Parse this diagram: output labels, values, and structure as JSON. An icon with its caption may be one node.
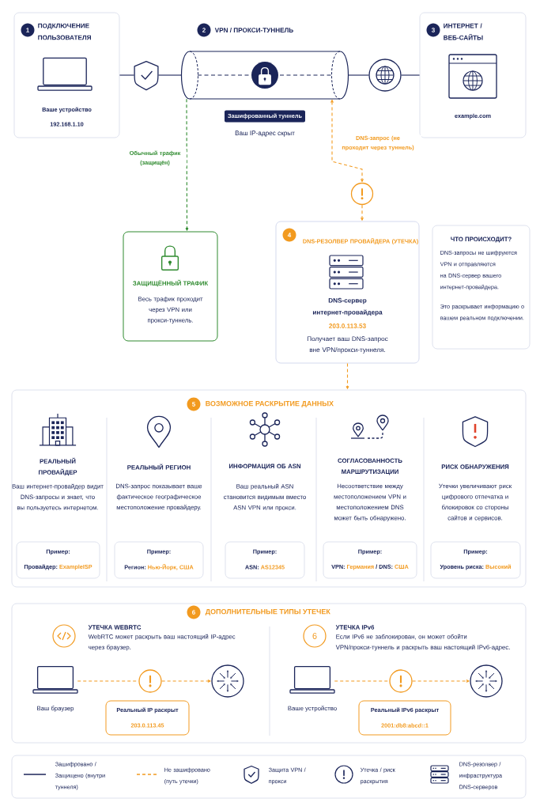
{
  "diagram": {
    "nodes": [
      {
        "text": [
          "1",
          "ПОДКЛЮЧЕНИЕ ПОЛЬЗОВАТЕЛЯ",
          "Ваше устройство",
          "192.168.1.10"
        ]
      },
      {
        "text": [],
        "shape": "shield"
      },
      {
        "text": [
          "2",
          "VPN / ПРОКСИ-ТУННЕЛЬ",
          "Зашифрованный туннель",
          "Ваш IP-адрес скрыт"
        ]
      },
      {
        "text": [],
        "shape": "circle"
      },
      {
        "text": [
          "3",
          "ИНТЕРНЕТ / ВЕБ-САЙТЫ",
          "example.com"
        ]
      },
      {
        "text": [],
        "shape": "circle"
      },
      {
        "text": [
          "ЗАЩИЩЁННЫЙ ТРАФИК",
          "Весь трафик проходит через VPN или прокси-туннель."
        ]
      },
      {
        "text": [
          "4",
          "DNS-РЕЗОЛВЕР ПРОВАЙДЕРА (УТЕЧКА)",
          "DNS-сервер интернет-провайдера",
          "203.0.113.53",
          "Получает ваш DNS-запрос вне VPN/прокси-туннеля."
        ]
      },
      {
        "text": [
          "ЧТО ПРОИСХОДИТ?",
          "DNS-запросы не шифруются VPN и отправляются на DNS-сервер вашего интернет-провайдера.",
          "Это раскрывает информацию о вашем реальном подключении."
        ]
      },
      {
        "text": [
          "5",
          "ВОЗМОЖНОЕ РАСКРЫТИЕ ДАННЫХ"
        ]
      },
      {
        "text": [
          "Пример:",
          "Провайдер:",
          "ExampleISP"
        ],
        "in": 9
      },
      {
        "text": [
          "Пример:",
          "Регион:",
          "Нью-Йорк, США"
        ],
        "in": 9
      },
      {
        "text": [
          "Пример:",
          "ASN:",
          "AS12345"
        ],
        "in": 9
      },
      {
        "text": [
          "Пример:",
          "VPN:",
          "Германия",
          "/ DNS:",
          "США"
        ],
        "in": 9
      },
      {
        "text": [
          "Пример:",
          "Уровень риска:",
          "Высокий"
        ],
        "in": 9
      },
      {
        "text": [
          "6",
          "ДОПОЛНИТЕЛЬНЫЕ ТИПЫ УТЕЧЕК"
        ]
      },
      {
        "text": [
          "Ваш браузер"
        ],
        "in": 15
      },
      {
        "text": [],
        "shape": "circle",
        "in": 15
      },
      {
        "text": [],
        "shape": "circle",
        "in": 15
      },
      {
        "text": [
          "Реальный IP раскрыт",
          "203.0.113.45"
        ],
        "in": 15
      },
      {
        "text": [
          "6"
        ],
        "in": 15
      },
      {
        "text": [
          "Ваше устройство"
        ],
        "in": 15
      },
      {
        "text": [],
        "shape": "circle",
        "in": 15
      },
      {
        "text": [],
        "shape": "circle",
        "in": 15
      },
      {
        "text": [
          "Реальный IPv6 раскрыт",
          "2001:db8:abcd::1"
        ],
        "in": 15
      }
    ],
    "edges": [
      {
        "from": 0,
        "to": 1,
        "arrow": "none",
        "color": "#1b2559"
      },
      {
        "from": 1,
        "to": 2,
        "arrow": "none",
        "color": "#1b2559"
      },
      {
        "from": 2,
        "to": 3,
        "arrow": "none",
        "color": "#1b2559"
      },
      {
        "from": 3,
        "to": 4,
        "arrow": "none",
        "color": "#1b2559"
      },
      {
        "from": 2,
        "to": 6,
        "arrow": "to",
        "style": "dashed",
        "color": "#2e8a2e",
        "label": "Обычный трафик (защищён)"
      },
      {
        "from": 2,
        "to": 5,
        "arrow": "both",
        "style": "dashed",
        "color": "#f29a1f",
        "label": "DNS-запрос (не проходит через туннель)"
      },
      {
        "from": 5,
        "to": 7,
        "arrow": "to",
        "style": "dashed",
        "color": "#f29a1f"
      },
      {
        "from": 7,
        "to": 9,
        "arrow": "to",
        "style": "dashed",
        "color": "#f29a1f"
      },
      {
        "from": 16,
        "to": 17,
        "arrow": "none",
        "style": "dashed",
        "color": "#f29a1f"
      },
      {
        "from": 17,
        "to": 18,
        "arrow": "to",
        "style": "dashed",
        "color": "#f29a1f"
      },
      {
        "from": 21,
        "to": 22,
        "arrow": "none",
        "style": "dashed",
        "color": "#f29a1f"
      },
      {
        "from": 22,
        "to": 23,
        "arrow": "to",
        "style": "dashed",
        "color": "#f29a1f"
      }
    ],
    "labels": [
      "РЕАЛЬНЫЙ ПРОВАЙДЕР",
      "Ваш интернет-провайдер видит DNS-запросы и знает, что вы пользуетесь интернетом.",
      "РЕАЛЬНЫЙ РЕГИОН",
      "DNS-запрос показывает ваше фактическое географическое местоположение провайдеру.",
      "ИНФОРМАЦИЯ ОБ ASN",
      "Ваш реальный ASN становится видимым вместо ASN VPN или прокси.",
      "СОГЛАСОВАННОСТЬ МАРШРУТИЗАЦИИ",
      "Несоответствие между местоположением VPN и местоположением DNS может быть обнаружено.",
      "РИСК ОБНАРУЖЕНИЯ",
      "Утечки увеличивают риск цифрового отпечатка и блокировок со стороны сайтов и сервисов.",
      "УТЕЧКА WEBRTC",
      "WebRTC может раскрыть ваш настоящий IP-адрес через браузер.",
      "УТЕЧКА IPv6",
      "Если IPv6 не заблокирован, он может обойти VPN/прокси-туннель и раскрыть ваш настоящий IPv6-адрес."
    ],
    "legend": [
      {
        "text": "Зашифровано / Защищено (внутри туннеля)"
      },
      {
        "text": "Не зашифровано (путь утечки)"
      },
      {
        "text": "Защита VPN / прокси"
      },
      {
        "text": "Утечка / риск раскрытия"
      },
      {
        "text": "DNS-резолвер / инфраструктура DNS-серверов"
      }
    ]
  }
}
